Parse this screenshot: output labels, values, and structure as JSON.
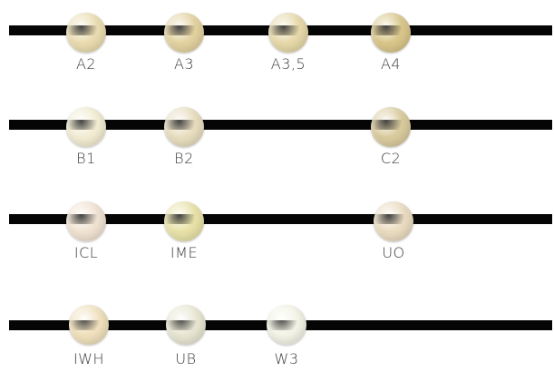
{
  "rows": [
    {
      "shades": [
        {
          "label": "A2",
          "color": "#eadcb0"
        },
        {
          "label": "A3",
          "color": "#e3d2a0"
        },
        {
          "label": "A3,5",
          "color": "#e6d8a8"
        },
        {
          "label": "A4",
          "color": "#d9c68a"
        }
      ]
    },
    {
      "shades": [
        {
          "label": "B1",
          "color": "#f2ecd2"
        },
        {
          "label": "B2",
          "color": "#e8ddbf"
        },
        {
          "label": "C2",
          "color": "#dacb9e"
        }
      ]
    },
    {
      "shades": [
        {
          "label": "ICL",
          "color": "#f1e3d2"
        },
        {
          "label": "IME",
          "color": "#e8e2a8"
        },
        {
          "label": "UO",
          "color": "#eadcc0"
        }
      ]
    },
    {
      "shades": [
        {
          "label": "IWH",
          "color": "#f0e0bc"
        },
        {
          "label": "UB",
          "color": "#e8e6d2"
        },
        {
          "label": "W3",
          "color": "#f3f3e6"
        }
      ]
    }
  ]
}
